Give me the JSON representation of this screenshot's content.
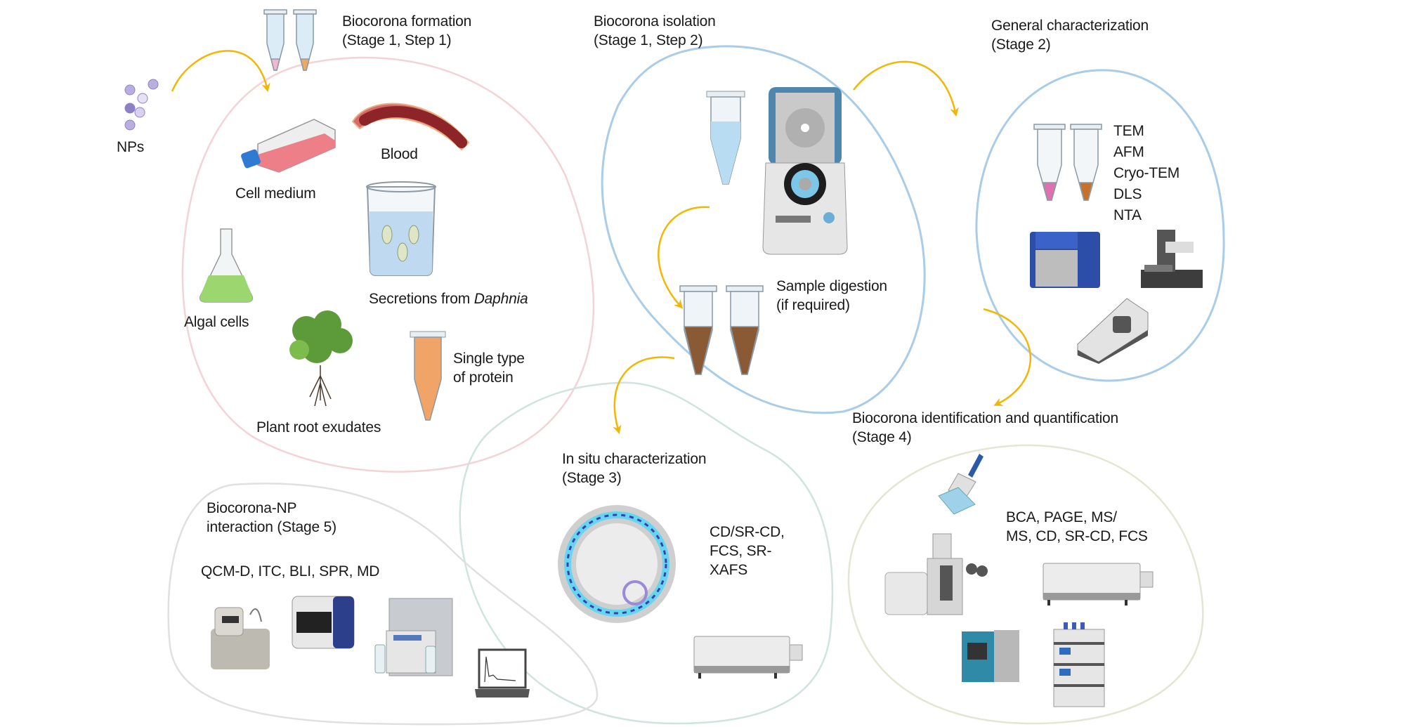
{
  "stage1_step1": {
    "title": "Biocorona formation",
    "subtitle": "(Stage 1, Step 1)"
  },
  "nps": {
    "label": "NPs"
  },
  "sources": {
    "cell_medium": "Cell medium",
    "blood": "Blood",
    "daphnia_prefix": "Secretions from ",
    "daphnia_italic": "Daphnia",
    "algal": "Algal cells",
    "plant": "Plant root exudates",
    "protein_line1": "Single type",
    "protein_line2": "of protein"
  },
  "stage1_step2": {
    "title": "Biocorona isolation",
    "subtitle": "(Stage 1, Step 2)",
    "digestion_line1": "Sample digestion",
    "digestion_line2": "(if required)"
  },
  "stage2": {
    "title": "General characterization",
    "subtitle": "(Stage 2)",
    "methods": [
      "TEM",
      "AFM",
      "Cryo-TEM",
      "DLS",
      "NTA"
    ]
  },
  "stage3": {
    "title": "In situ characterization",
    "subtitle": "(Stage 3)",
    "methods_line1": "CD/SR-CD,",
    "methods_line2": "FCS, SR-",
    "methods_line3": "XAFS"
  },
  "stage4": {
    "title": "Biocorona identification and quantification",
    "subtitle": "(Stage 4)",
    "methods_line1": "BCA, PAGE, MS/",
    "methods_line2": "MS, CD, SR-CD, FCS"
  },
  "stage5": {
    "title_line1": "Biocorona-NP",
    "title_line2": "interaction (Stage 5)",
    "methods": "QCM-D, ITC, BLI, SPR, MD"
  },
  "colors": {
    "arrow": "#f2b705",
    "stage1_outline": "#f3d3d6",
    "isolation_outline": "#a9cde8",
    "stage3_outline": "#cfe4e0",
    "stage4_outline": "#e3e6d3",
    "stage5_outline": "#e0e0e0"
  }
}
